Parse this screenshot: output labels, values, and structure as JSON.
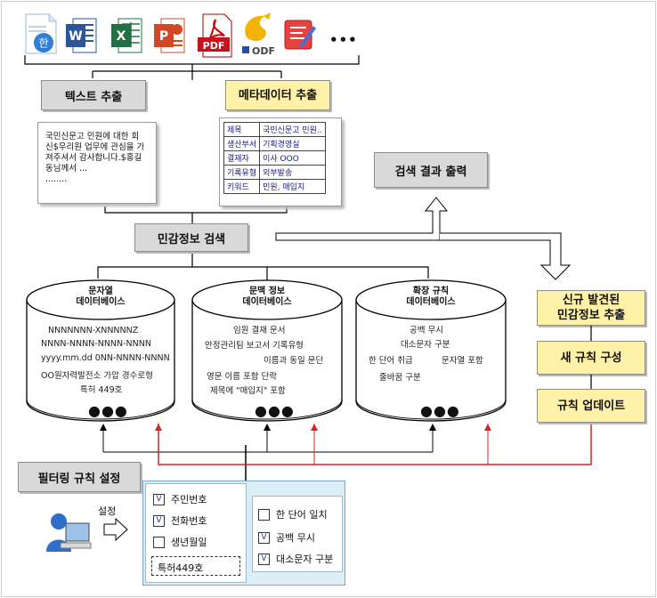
{
  "icons": {
    "names": [
      "hwp-file-icon",
      "word-file-icon",
      "excel-file-icon",
      "powerpoint-file-icon",
      "pdf-file-icon",
      "odf-file-icon",
      "sticky-note-icon"
    ],
    "hwp_glyph": "한",
    "word_glyph": "W",
    "excel_glyph": "X",
    "ppt_glyph": "P",
    "pdf_label": "PDF",
    "odf_label": "ODF",
    "more": "•••"
  },
  "text_extract": {
    "label": "텍스트 추출",
    "sample_lines": [
      "국민신문고 민원에 대한 회",
      "신$우리원 업무에 관심을 가",
      "져주셔서 감사합니다.$홍길",
      "동님께서 ...",
      "........"
    ]
  },
  "meta_extract": {
    "label": "메타데이터 추출",
    "rows": [
      [
        "제목",
        "국민신문고 민원.."
      ],
      [
        "생산부서",
        "기획경영실"
      ],
      [
        "결재자",
        "이사 OOO"
      ],
      [
        "기록유형",
        "외부발송"
      ],
      [
        "키워드",
        "민원, 매입지"
      ]
    ]
  },
  "search_output": {
    "label": "검색 결과 출력"
  },
  "sensitive_search": {
    "label": "민감정보 검색"
  },
  "databases": [
    {
      "title_lines": [
        "문자열",
        "데이터베이스"
      ],
      "items": [
        "NNNNNNN-XNNNNNZ",
        "NNNN-NNNN-NNNN-NNNN",
        "yyyy.mm.dd  0NN-NNNN-NNNN",
        "OO원자력발전소   가압 경수로형",
        "특허 449호"
      ],
      "dots": "●●●"
    },
    {
      "title_lines": [
        "문맥 정보",
        "데이터베이스"
      ],
      "items": [
        "임원 결재 문서",
        "안정관리팀 보고서 기록유형",
        "이름과 동일 문단",
        "영문 이름 포함 단락",
        "제목에  \"매입지\"  포함"
      ],
      "dots": "●●●"
    },
    {
      "title_lines": [
        "확장 규칙",
        "데이터베이스"
      ],
      "items": [
        "공백 무시",
        "대소문자 구분",
        "한 단어 취급",
        "문자열 포함",
        "줄바꿈 구분"
      ],
      "dots": "●●●"
    }
  ],
  "right_steps": [
    {
      "label": "신규 발견된\n민감정보 추출"
    },
    {
      "label": "새 규칙 구성"
    },
    {
      "label": "규칙 업데이트"
    }
  ],
  "filter": {
    "label": "필터링 규칙 설정",
    "setting_label": "설정",
    "left_options": [
      {
        "label": "주민번호",
        "checked": true
      },
      {
        "label": "전화번호",
        "checked": true
      },
      {
        "label": "생년월일",
        "checked": false
      }
    ],
    "custom_entry": "특허449호",
    "right_options": [
      {
        "label": "한 단어 일치",
        "checked": false
      },
      {
        "label": "공백 무시",
        "checked": true
      },
      {
        "label": "대소문자 구분",
        "checked": true
      }
    ],
    "check_mark": "V"
  },
  "colors": {
    "yellow_box": "#fff2a8",
    "gray_box": "#d9d9d9",
    "panel": "#dbeef6",
    "feedback_line": "#e02020"
  }
}
